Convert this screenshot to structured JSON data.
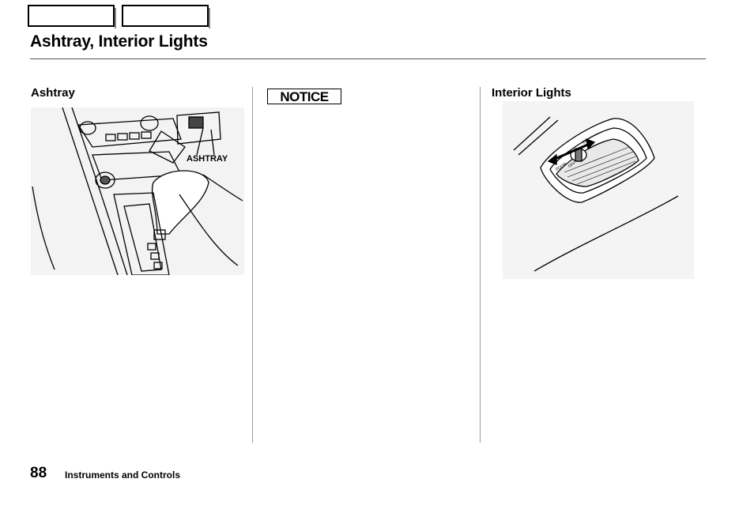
{
  "page": {
    "title": "Ashtray, Interior Lights",
    "number": "88",
    "section": "Instruments and Controls"
  },
  "ashtray": {
    "heading": "Ashtray",
    "callout": "ASHTRAY"
  },
  "notice": {
    "label": "NOTICE"
  },
  "interior_lights": {
    "heading": "Interior Lights",
    "switch_labels": [
      "ON",
      "OFF",
      "DOOR"
    ]
  }
}
